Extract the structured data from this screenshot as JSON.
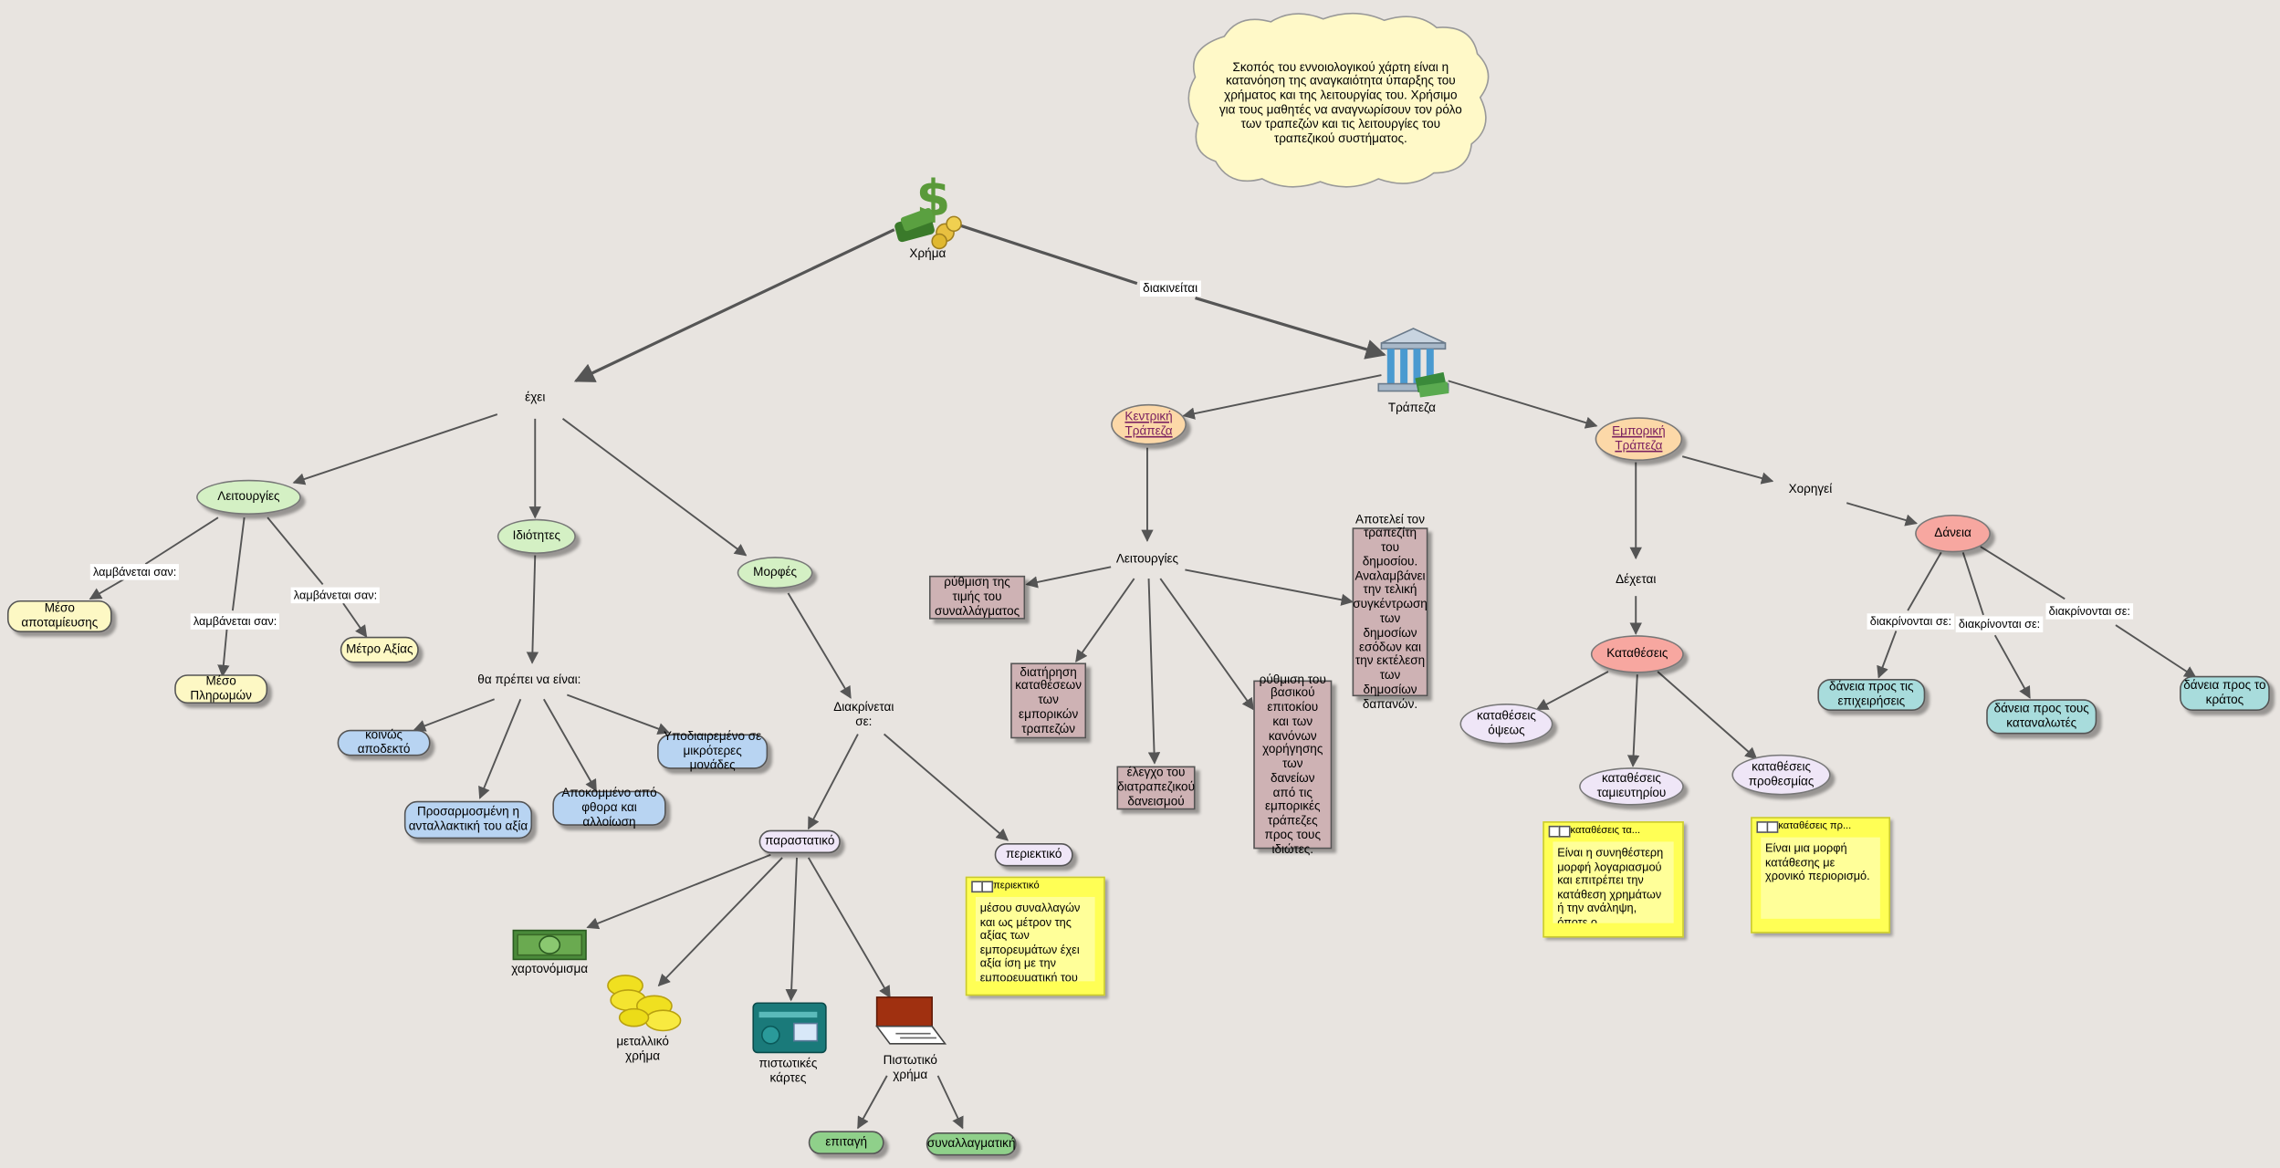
{
  "cloud_text": "Σκοπός του εννοιολογικού χάρτη είναι η κατανόηση της αναγκαιότητα ύπαρξης του χρήματος και της λειτουργίας του. Χρήσιμο για τους μαθητές να αναγνωρίσουν τον ρόλο των τραπεζών και τις λειτουργίες του τραπεζικού συστήματος.",
  "concepts": {
    "money": "Χρήμα",
    "has": "έχει",
    "functions": "Λειτουργίες",
    "properties": "Ιδιότητες",
    "forms": "Μορφές",
    "store": "Μέσο αποταμίευσης",
    "payment": "Μέσο Πληρωμών",
    "measure": "Μέτρο Αξίας",
    "must_be": "θα πρέπει να είναι:",
    "common": "κοινώς αποδεκτό",
    "adapted": "Προσαρμοσμένη η ανταλλακτική του αξία",
    "divisible": "Υποδιαιρεμένο σε μικρότερες μονάδες",
    "protected": "Αποκομμένο από φθορα και αλλοίωση",
    "divided": "Διακρίνεται σε:",
    "representative": "παραστατικό",
    "intrinsic": "περιεκτικό",
    "banknote": "χαρτονόμισμα",
    "metal": "μεταλλικό χρήμα",
    "cards": "πιστωτικές κάρτες",
    "credit": "Πιστωτικό χρήμα",
    "check": "επιταγή",
    "bill": "συναλλαγματική",
    "managed": "διακινείται",
    "bank": "Τράπεζα",
    "central": "Κεντρική Τράπεζα",
    "commercial": "Εμπορική Τράπεζα",
    "cb_functions": "Λειτουργίες",
    "rate": "ρύθμιση της τιμής του συναλλάγματος",
    "deposits_keep": "διατήρηση καταθέσεων των εμπορικών τραπεζών",
    "interbank": "έλεγχο του διατραπεζικού δανεισμού",
    "rates_reg": "ρύθμιση του βασικού επιτοκίου και των κανόνων χορήγησης των δανείων από τις εμπορικές τράπεζες προς τους ιδιώτες.",
    "state_banker": "Αποτελεί τον τραπεζίτη του δημοσίου. Αναλαμβάνει την τελική συγκέντρωση των δημοσίων εσόδων και την εκτέλεση των δημοσίων δαπανών.",
    "accepts": "Δέχεται",
    "deposits": "Καταθέσεις",
    "sight": "καταθέσεις όψεως",
    "savings": "καταθέσεις ταμιευτηρίου",
    "term": "καταθέσεις προθεσμίας",
    "grants": "Χορηγεί",
    "loans": "Δάνεια",
    "loans_business": "δάνεια προς τις επιχειρήσεις",
    "loans_consumers": "δάνεια προς τους καταναλωτές",
    "loans_state": "δάνεια προς το κράτος"
  },
  "labels": {
    "taken_as": "λαμβάνεται σαν:",
    "distinguished": "διακρίνονται σε:"
  },
  "notes": {
    "intrinsic": {
      "title": "περιεκτικό",
      "body": "μέσου συναλλαγών και ως μέτρον της αξίας των εμπορευμάτων έχει αξία ίση με την εμπορευματική του αξία."
    },
    "savings": {
      "title": "καταθέσεις τα...",
      "body": "Είναι η συνηθέστερη μορφή λογαριασμού και επιτρέπει την κατάθεση χρημάτων ή την ανάληψη, όποτε ο ενδιαφερόμενος το"
    },
    "term": {
      "title": "καταθέσεις πρ...",
      "body": "Είναι μια μορφή κατάθεσης με χρονικό περιορισμό."
    }
  },
  "colors": {
    "background": "#e8e4e0",
    "functions_fill": "#d4f0c4",
    "function_leaf_fill": "#fdf8c4",
    "property_leaf_fill": "#b8d4f2",
    "bank_fill": "#fcd8a8",
    "deposit_loan_fill": "#f7a7a0",
    "note_fill": "#ffff55"
  },
  "icons": {
    "money": "money-bag-icon",
    "bank": "bank-building-icon",
    "banknote": "banknote-icon",
    "metal": "coins-icon",
    "cards": "credit-card-icon",
    "credit": "checkbook-icon"
  }
}
